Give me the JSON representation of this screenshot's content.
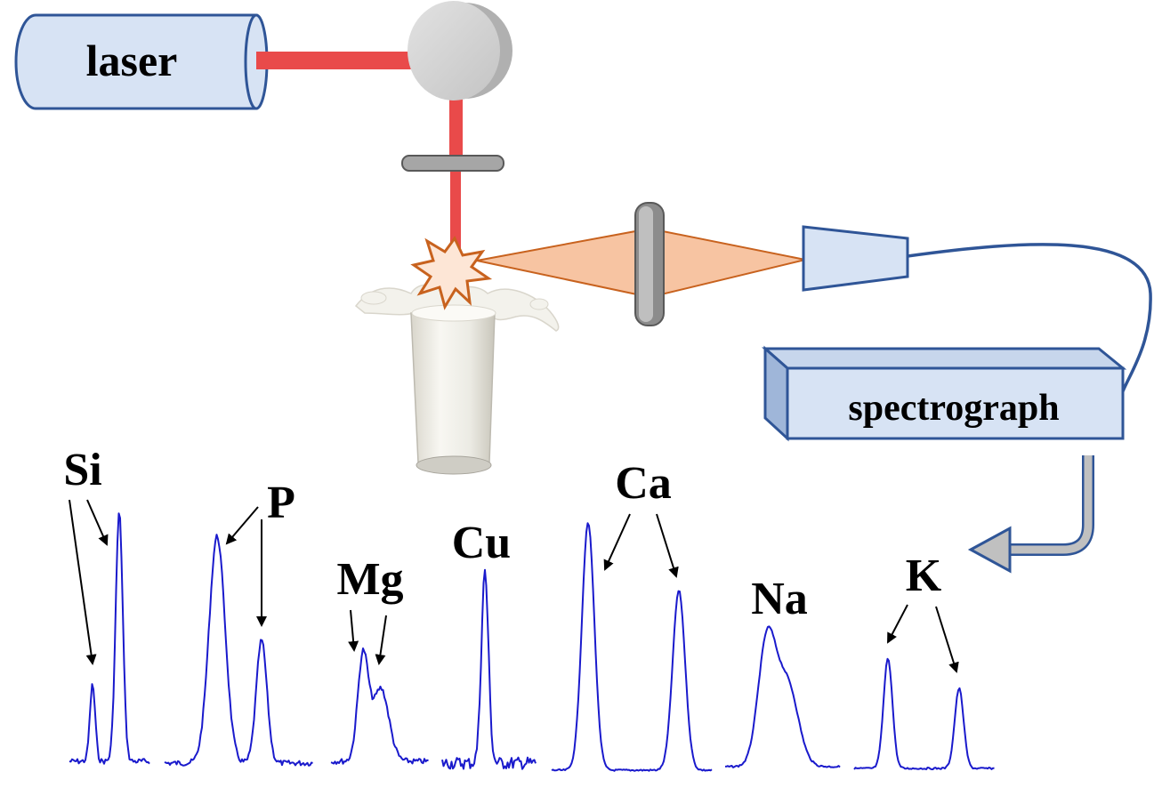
{
  "labels": {
    "laser": "laser",
    "spectrograph": "spectrograph",
    "elements": {
      "si": "Si",
      "p": "P",
      "mg": "Mg",
      "cu": "Cu",
      "ca": "Ca",
      "na": "Na",
      "k": "K"
    }
  },
  "colors": {
    "beam": "#e94a4a",
    "plasma_cone": "#f7c4a2",
    "plasma_edge": "#c8621e",
    "component_fill": "#d7e3f4",
    "component_stroke": "#2f5597",
    "optic_gray": "#a6a6a6",
    "spectrum_line": "#1a1acc",
    "fiber": "#2f5597"
  },
  "icons": [
    "laser-icon",
    "mirror-icon",
    "focusing-lens-icon",
    "plasma-spark-icon",
    "milk-glass-icon",
    "collection-lens-icon",
    "fiber-collector-icon",
    "spectrograph-icon",
    "output-arrow-icon"
  ]
}
